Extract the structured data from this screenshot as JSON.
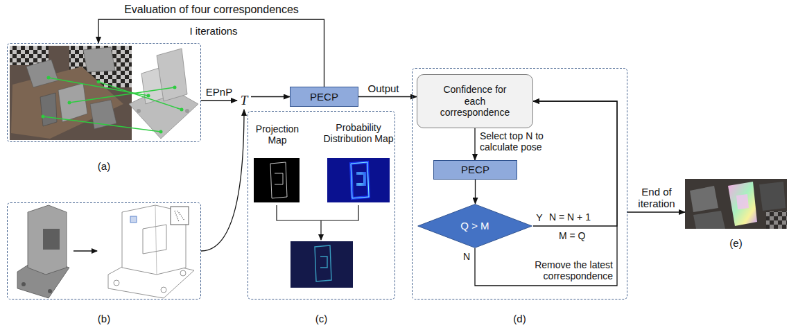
{
  "diagram": {
    "nodes": [
      {
        "text": [
          "(a)"
        ]
      },
      {
        "text": [
          "(b)"
        ]
      },
      {
        "text": [
          "T"
        ]
      },
      {
        "text": [
          "PECP"
        ]
      },
      {
        "text": [
          "(c)"
        ]
      },
      {
        "text": [
          "(d)"
        ]
      },
      {
        "text": [
          "Confidence for each correspondence"
        ],
        "in": 5
      },
      {
        "text": [
          "PECP"
        ],
        "in": 5
      },
      {
        "text": [
          "Q > M"
        ],
        "in": 5
      },
      {
        "text": [
          "(e)"
        ]
      }
    ],
    "edges": [
      {
        "from": 0,
        "to": 2,
        "label": "EPnP",
        "arrow": "to"
      },
      {
        "from": 1,
        "to": 2,
        "arrow": "to"
      },
      {
        "from": 2,
        "to": 3,
        "arrow": "to"
      },
      {
        "from": 3,
        "to": 6,
        "label": "Output",
        "arrow": "to"
      },
      {
        "from": 3,
        "to": 0,
        "label": "Evaluation of four correspondences",
        "arrow": "to"
      },
      {
        "from": 6,
        "to": 7,
        "label": "Select top N to calculate pose",
        "arrow": "to"
      },
      {
        "from": 7,
        "to": 8,
        "arrow": "to"
      },
      {
        "from": 8,
        "to": 6,
        "label": "Y",
        "arrow": "to"
      },
      {
        "from": 8,
        "to": 6,
        "label": "N",
        "arrow": "to"
      },
      {
        "from": 5,
        "to": 9,
        "label": "End of iteration",
        "arrow": "to"
      }
    ],
    "labels": [
      "I iterations",
      "Projection Map",
      "Probability Distribution Map",
      "N = N + 1",
      "M = Q",
      "Remove the latest correspondence"
    ]
  }
}
